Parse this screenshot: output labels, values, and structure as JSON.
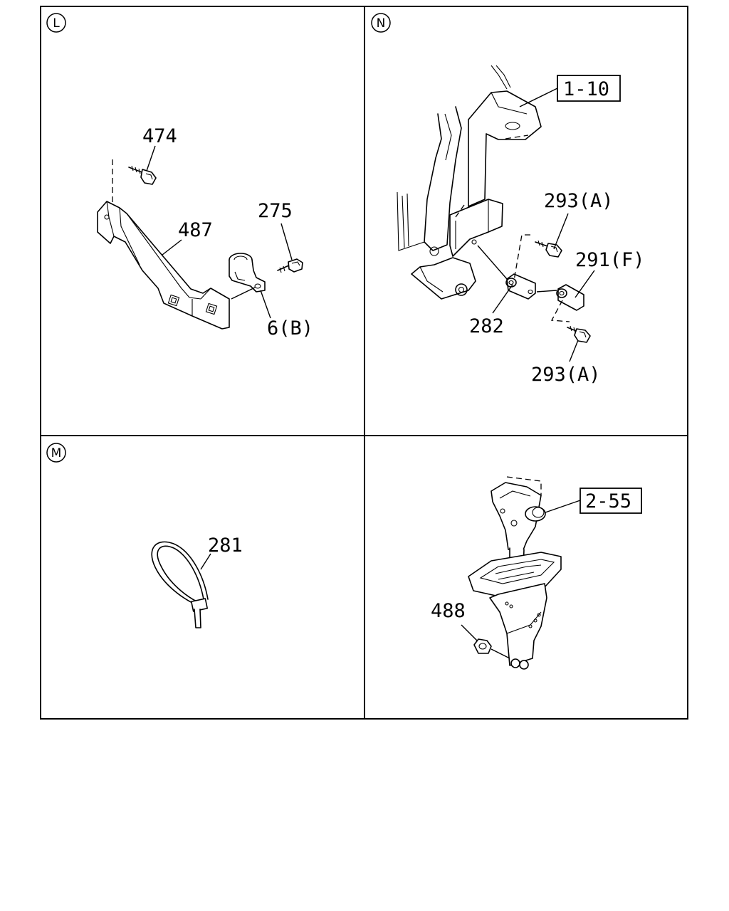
{
  "panels": {
    "L": {
      "letter": "L",
      "callouts": {
        "bolt_474": "474",
        "bracket_487": "487",
        "bolt_275": "275",
        "clip_6b": "6(B)"
      }
    },
    "N": {
      "letter": "N",
      "callouts": {
        "ref_1_10": "1-10",
        "bolt_293a_top": "293(A)",
        "pad_291f": "291(F)",
        "plate_282": "282",
        "bolt_293a_bottom": "293(A)"
      }
    },
    "M": {
      "letter": "M",
      "callouts": {
        "tie_281": "281"
      }
    },
    "P": {
      "callouts": {
        "ref_2_55": "2-55",
        "nut_488": "488"
      }
    }
  }
}
